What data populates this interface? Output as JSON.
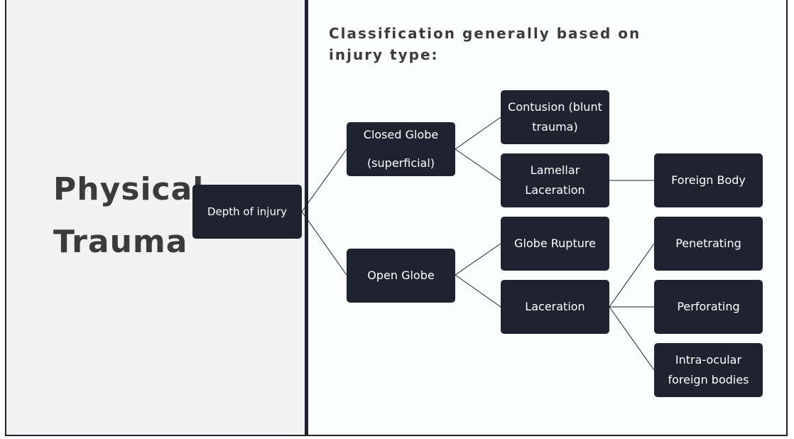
{
  "title": {
    "line1": "Physical",
    "line2": "Trauma"
  },
  "subtitle": "Classification generally based on injury type:",
  "diagram": {
    "root": "Depth of injury",
    "closed_globe": {
      "line1": "Closed Globe",
      "line2": "(superficial)"
    },
    "open_globe": "Open Globe",
    "contusion": "Contusion (blunt trauma)",
    "lamellar_laceration": "Lamellar Laceration",
    "foreign_body": "Foreign Body",
    "globe_rupture": "Globe Rupture",
    "laceration": "Laceration",
    "penetrating": "Penetrating",
    "perforating": "Perforating",
    "intraocular_fb": "Intra-ocular foreign bodies"
  },
  "colors": {
    "node_fill": "#1f2330",
    "node_text": "#ffffff",
    "connector": "#1e2129",
    "left_bg": "#f1f2f1",
    "right_bg": "#fcfdfd",
    "title_text": "#3b3b3b"
  }
}
